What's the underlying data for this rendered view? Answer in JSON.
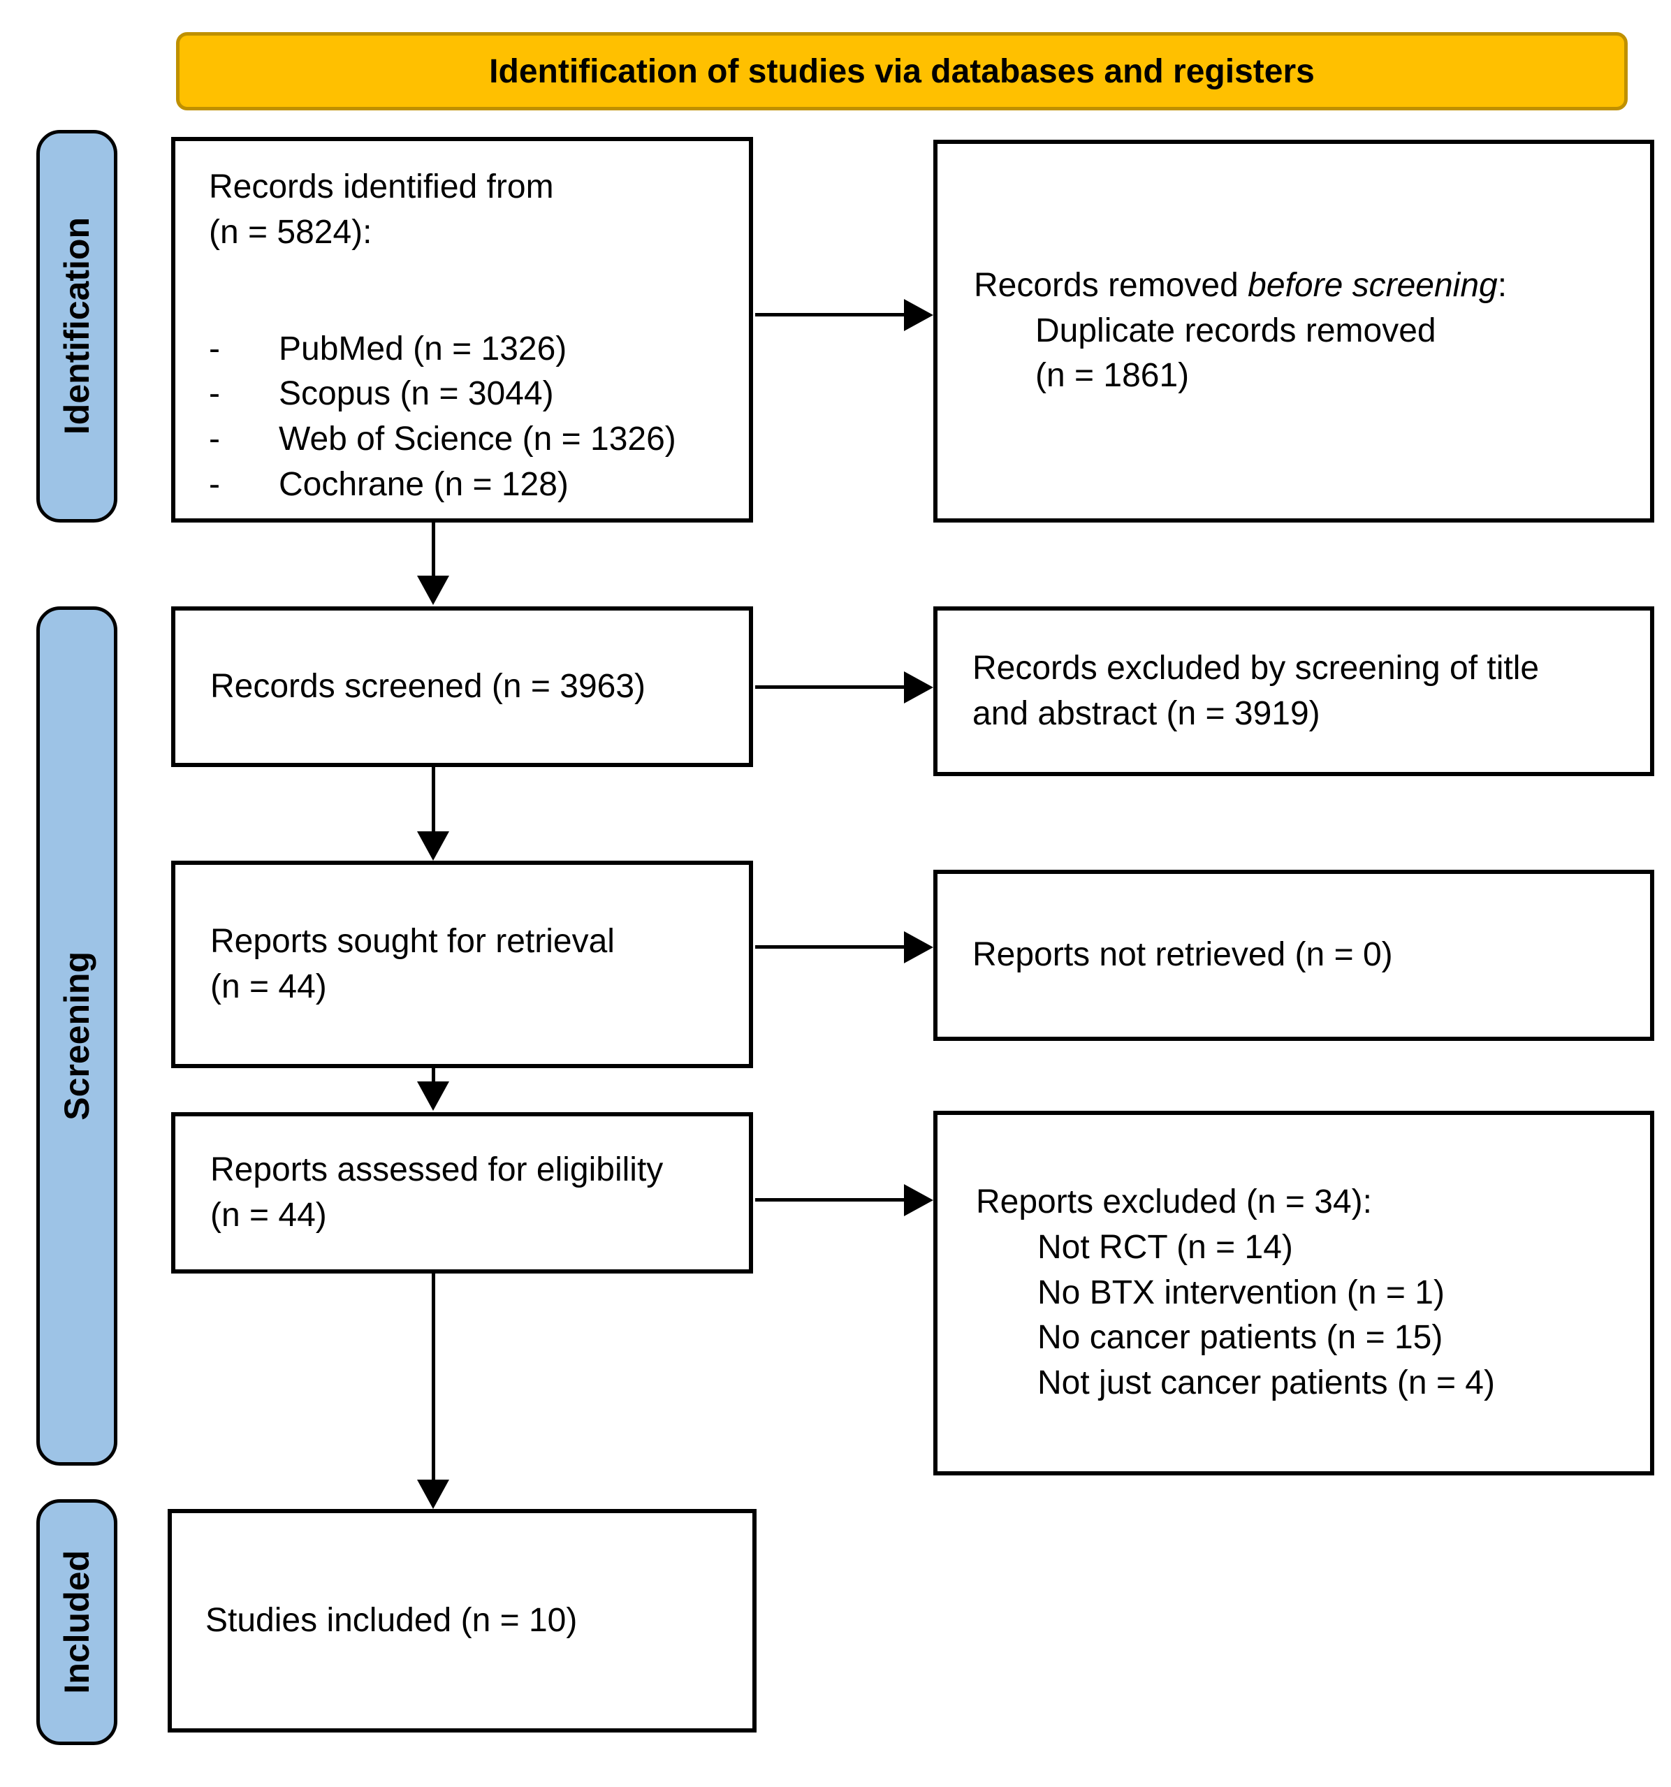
{
  "banner": {
    "title": "Identification of studies via databases and registers",
    "bg_color": "#FFC000",
    "border_color": "#BF9000"
  },
  "sidebar": {
    "color": "#9DC3E6",
    "stages": [
      {
        "label": "Identification"
      },
      {
        "label": "Screening"
      },
      {
        "label": "Included"
      }
    ]
  },
  "boxes": {
    "records_identified": {
      "heading_line1": "Records identified from",
      "heading_line2": "(n = 5824):",
      "bullet_char": "-",
      "items": [
        "PubMed (n = 1326)",
        "Scopus (n = 3044)",
        "Web of Science (n = 1326)",
        "Cochrane (n = 128)"
      ]
    },
    "records_removed": {
      "line1_normal": "Records removed ",
      "line1_italic": "before screening",
      "line1_tail": ":",
      "line2": "Duplicate records removed",
      "line3": "(n = 1861)"
    },
    "records_screened": {
      "text": "Records screened (n = 3963)"
    },
    "records_excluded": {
      "line1": "Records excluded by screening of title",
      "line2": "and abstract (n = 3919)"
    },
    "reports_sought": {
      "line1": "Reports sought for retrieval",
      "line2": "(n = 44)"
    },
    "reports_not_retrieved": {
      "text": "Reports not retrieved (n = 0)"
    },
    "reports_assessed": {
      "line1": "Reports assessed for eligibility",
      "line2": "(n = 44)"
    },
    "reports_excluded": {
      "heading": "Reports excluded (n = 34):",
      "items": [
        "Not RCT (n = 14)",
        "No BTX intervention (n = 1)",
        "No cancer patients (n = 15)",
        "Not just cancer patients (n = 4)"
      ]
    },
    "studies_included": {
      "text": "Studies included (n = 10)"
    }
  }
}
